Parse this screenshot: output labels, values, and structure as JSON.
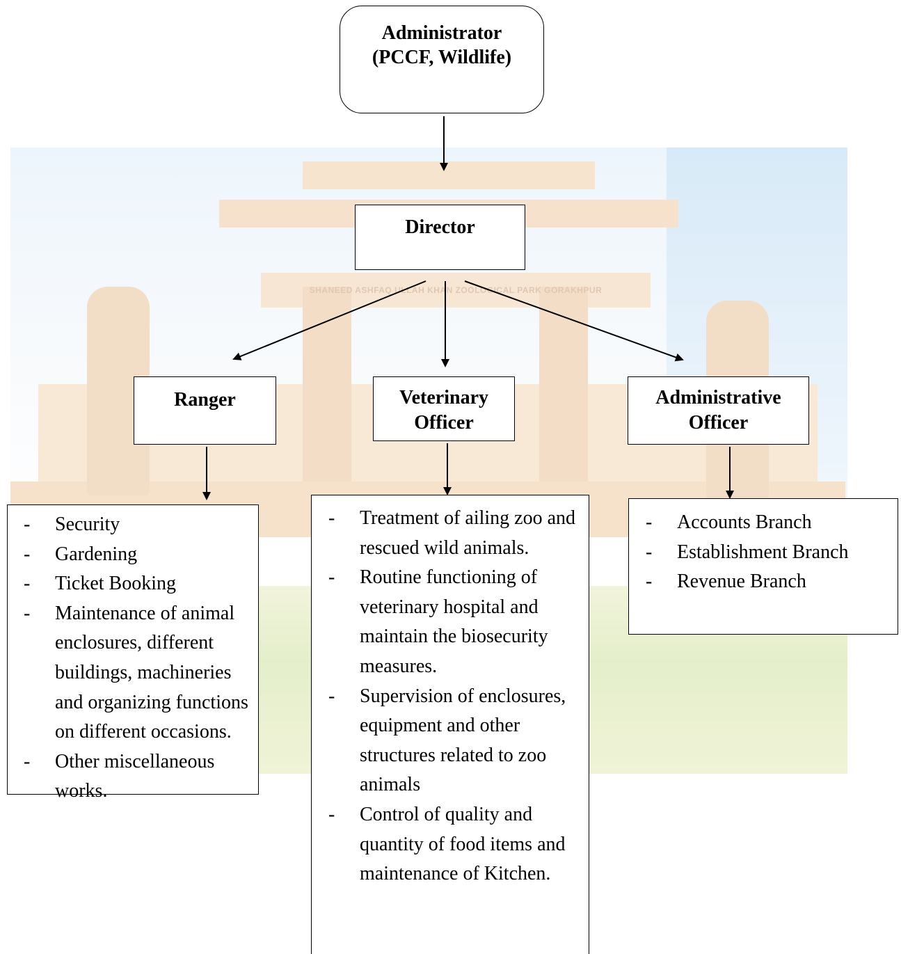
{
  "background": {
    "gate_sign": "SHANEED ASHFAQ ULLAH KHAN ZOOLOGICAL PARK GORAKHPUR"
  },
  "nodes": {
    "administrator": [
      "Administrator",
      "(PCCF, Wildlife)"
    ],
    "director": "Director",
    "ranger": "Ranger",
    "veterinary_officer": [
      "Veterinary",
      "Officer"
    ],
    "administrative_officer": [
      "Administrative",
      "Officer"
    ]
  },
  "duties": {
    "ranger": [
      "Security",
      "Gardening",
      "Ticket Booking",
      "Maintenance of animal enclosures, different buildings, machineries and organizing functions on different occasions.",
      "Other miscellaneous works."
    ],
    "veterinary_officer": [
      "Treatment of ailing zoo and rescued wild animals.",
      "Routine functioning of veterinary hospital and maintain the biosecurity measures.",
      "Supervision of enclosures, equipment and other structures related to zoo animals",
      "Control of quality and quantity of food items and maintenance of Kitchen."
    ],
    "administrative_officer": [
      "Accounts Branch",
      "Establishment Branch",
      "Revenue Branch"
    ]
  }
}
